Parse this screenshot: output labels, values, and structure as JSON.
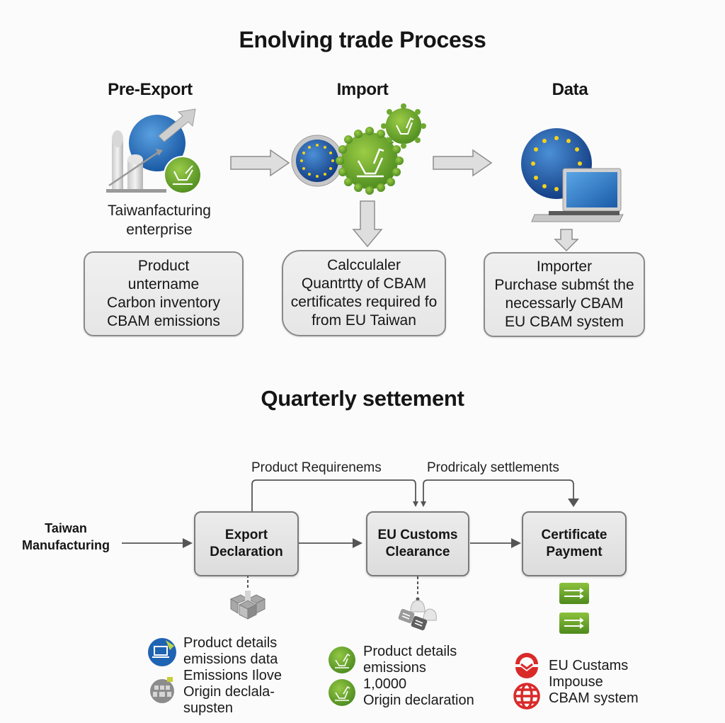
{
  "header": {
    "title": "Enolving trade Process"
  },
  "stages": [
    {
      "heading": "Pre-Export",
      "icon": "factory-globe-growth-icon",
      "caption": [
        "Taiwanfacturing",
        "enterprise"
      ],
      "box_lines": [
        "Product",
        "untername",
        "Carbon inventory",
        "CBAM emissions"
      ]
    },
    {
      "heading": "Import",
      "icon": "eu-gears-icon",
      "caption": [],
      "box_lines": [
        "Calcculaler",
        "Quantrtty of CBAM",
        "certificates required fo",
        "from EU Taiwan"
      ]
    },
    {
      "heading": "Data",
      "icon": "eu-globe-laptop-icon",
      "caption": [],
      "box_lines": [
        "Importer",
        "Purchase submśt the",
        "necessarly CBAM",
        "EU CBAM system"
      ]
    }
  ],
  "settlement": {
    "title": "Quarterly settement",
    "source_label": [
      "Taiwan",
      "Manufacturing"
    ],
    "loop_labels": {
      "left": "Product Requirenems",
      "right": "Prodricaly settlements"
    },
    "steps": [
      {
        "lines": [
          "Export",
          "Declaration"
        ]
      },
      {
        "lines": [
          "EU Customs",
          "Clearance"
        ]
      },
      {
        "lines": [
          "Certificate",
          "Payment"
        ]
      }
    ],
    "legends": [
      {
        "lines": [
          "Product details",
          "emissions data",
          "Emissions Ilove",
          "Origin declala-",
          "supsten"
        ]
      },
      {
        "lines": [
          "Product details",
          "emissions",
          "1,0000",
          "Origin declaration"
        ]
      },
      {
        "lines": [
          "EU Custams",
          "Impouse",
          "CBAM system"
        ]
      }
    ]
  },
  "colors": {
    "eu_blue": "#1f5fae",
    "eu_star": "#f2d21b",
    "green": "#6ea830",
    "red": "#d92a2a",
    "arrow_gray": "#d9d9d9"
  }
}
